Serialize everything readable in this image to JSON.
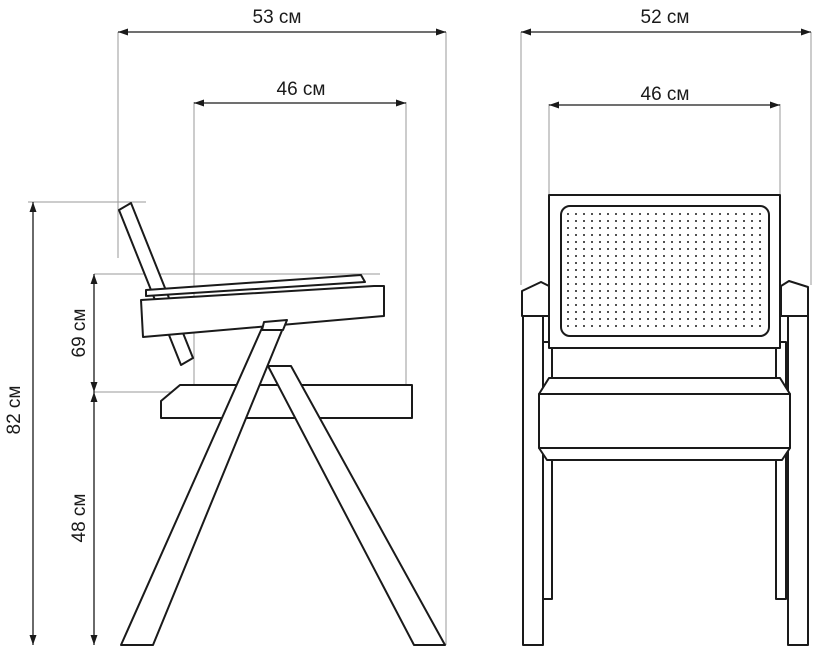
{
  "dimensions": {
    "side_depth_total": "53 см",
    "side_seat_depth": "46 см",
    "side_height_total": "82 см",
    "side_armrest_height": "69 см",
    "side_seat_height": "48 см",
    "front_width_total": "52 см",
    "front_seat_width": "46 см"
  }
}
